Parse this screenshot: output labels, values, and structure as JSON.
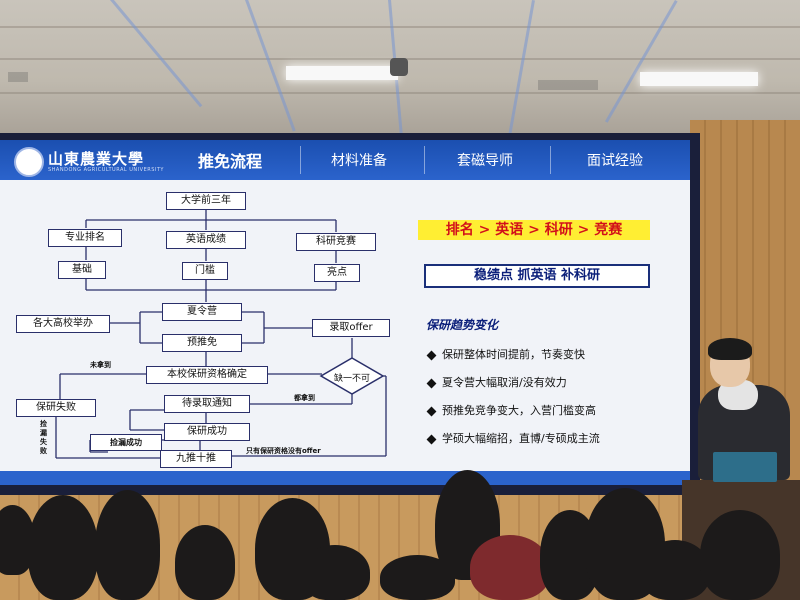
{
  "school": {
    "name": "山東農業大學",
    "subtitle": "SHANDONG AGRICULTURAL UNIVERSITY"
  },
  "tabs": [
    {
      "label": "推免流程",
      "active": true
    },
    {
      "label": "材料准备",
      "active": false
    },
    {
      "label": "套磁导师",
      "active": false
    },
    {
      "label": "面试经验",
      "active": false
    }
  ],
  "flowchart": {
    "top": "大学前三年",
    "col1": "专业排名",
    "col2": "英语成绩",
    "col3": "科研竞赛",
    "col1_sub": "基础",
    "col2_sub": "门槛",
    "col3_sub": "亮点",
    "summer_camp": "夏令营",
    "schools_host": "各大高校举办",
    "offer": "录取offer",
    "pre_push": "预推免",
    "eligibility": "本校保研资格确定",
    "missing": "缺一不可",
    "not_got": "未拿到",
    "fail": "保研失败",
    "wait": "待录取通知",
    "got_all": "都拿到",
    "success": "保研成功",
    "pick_leak": "捡漏成功",
    "nine_ten": "九推十推",
    "leak_fail": "捡漏失败",
    "only_qual": "只有保研资格没有offer"
  },
  "priority": "排名 > 英语 > 科研 > 竞赛",
  "keywords": "稳绩点  抓英语  补科研",
  "trend_title": "保研趋势变化",
  "trends": [
    "保研整体时间提前，节奏变快",
    "夏令营大幅取消/没有效力",
    "预推免竞争变大，入营门槛变高",
    "学硕大幅缩招，直博/专硕成主流"
  ],
  "colors": {
    "header": "#2b63cc",
    "highlight": "#ffee33",
    "priority_text": "#d2101a"
  }
}
